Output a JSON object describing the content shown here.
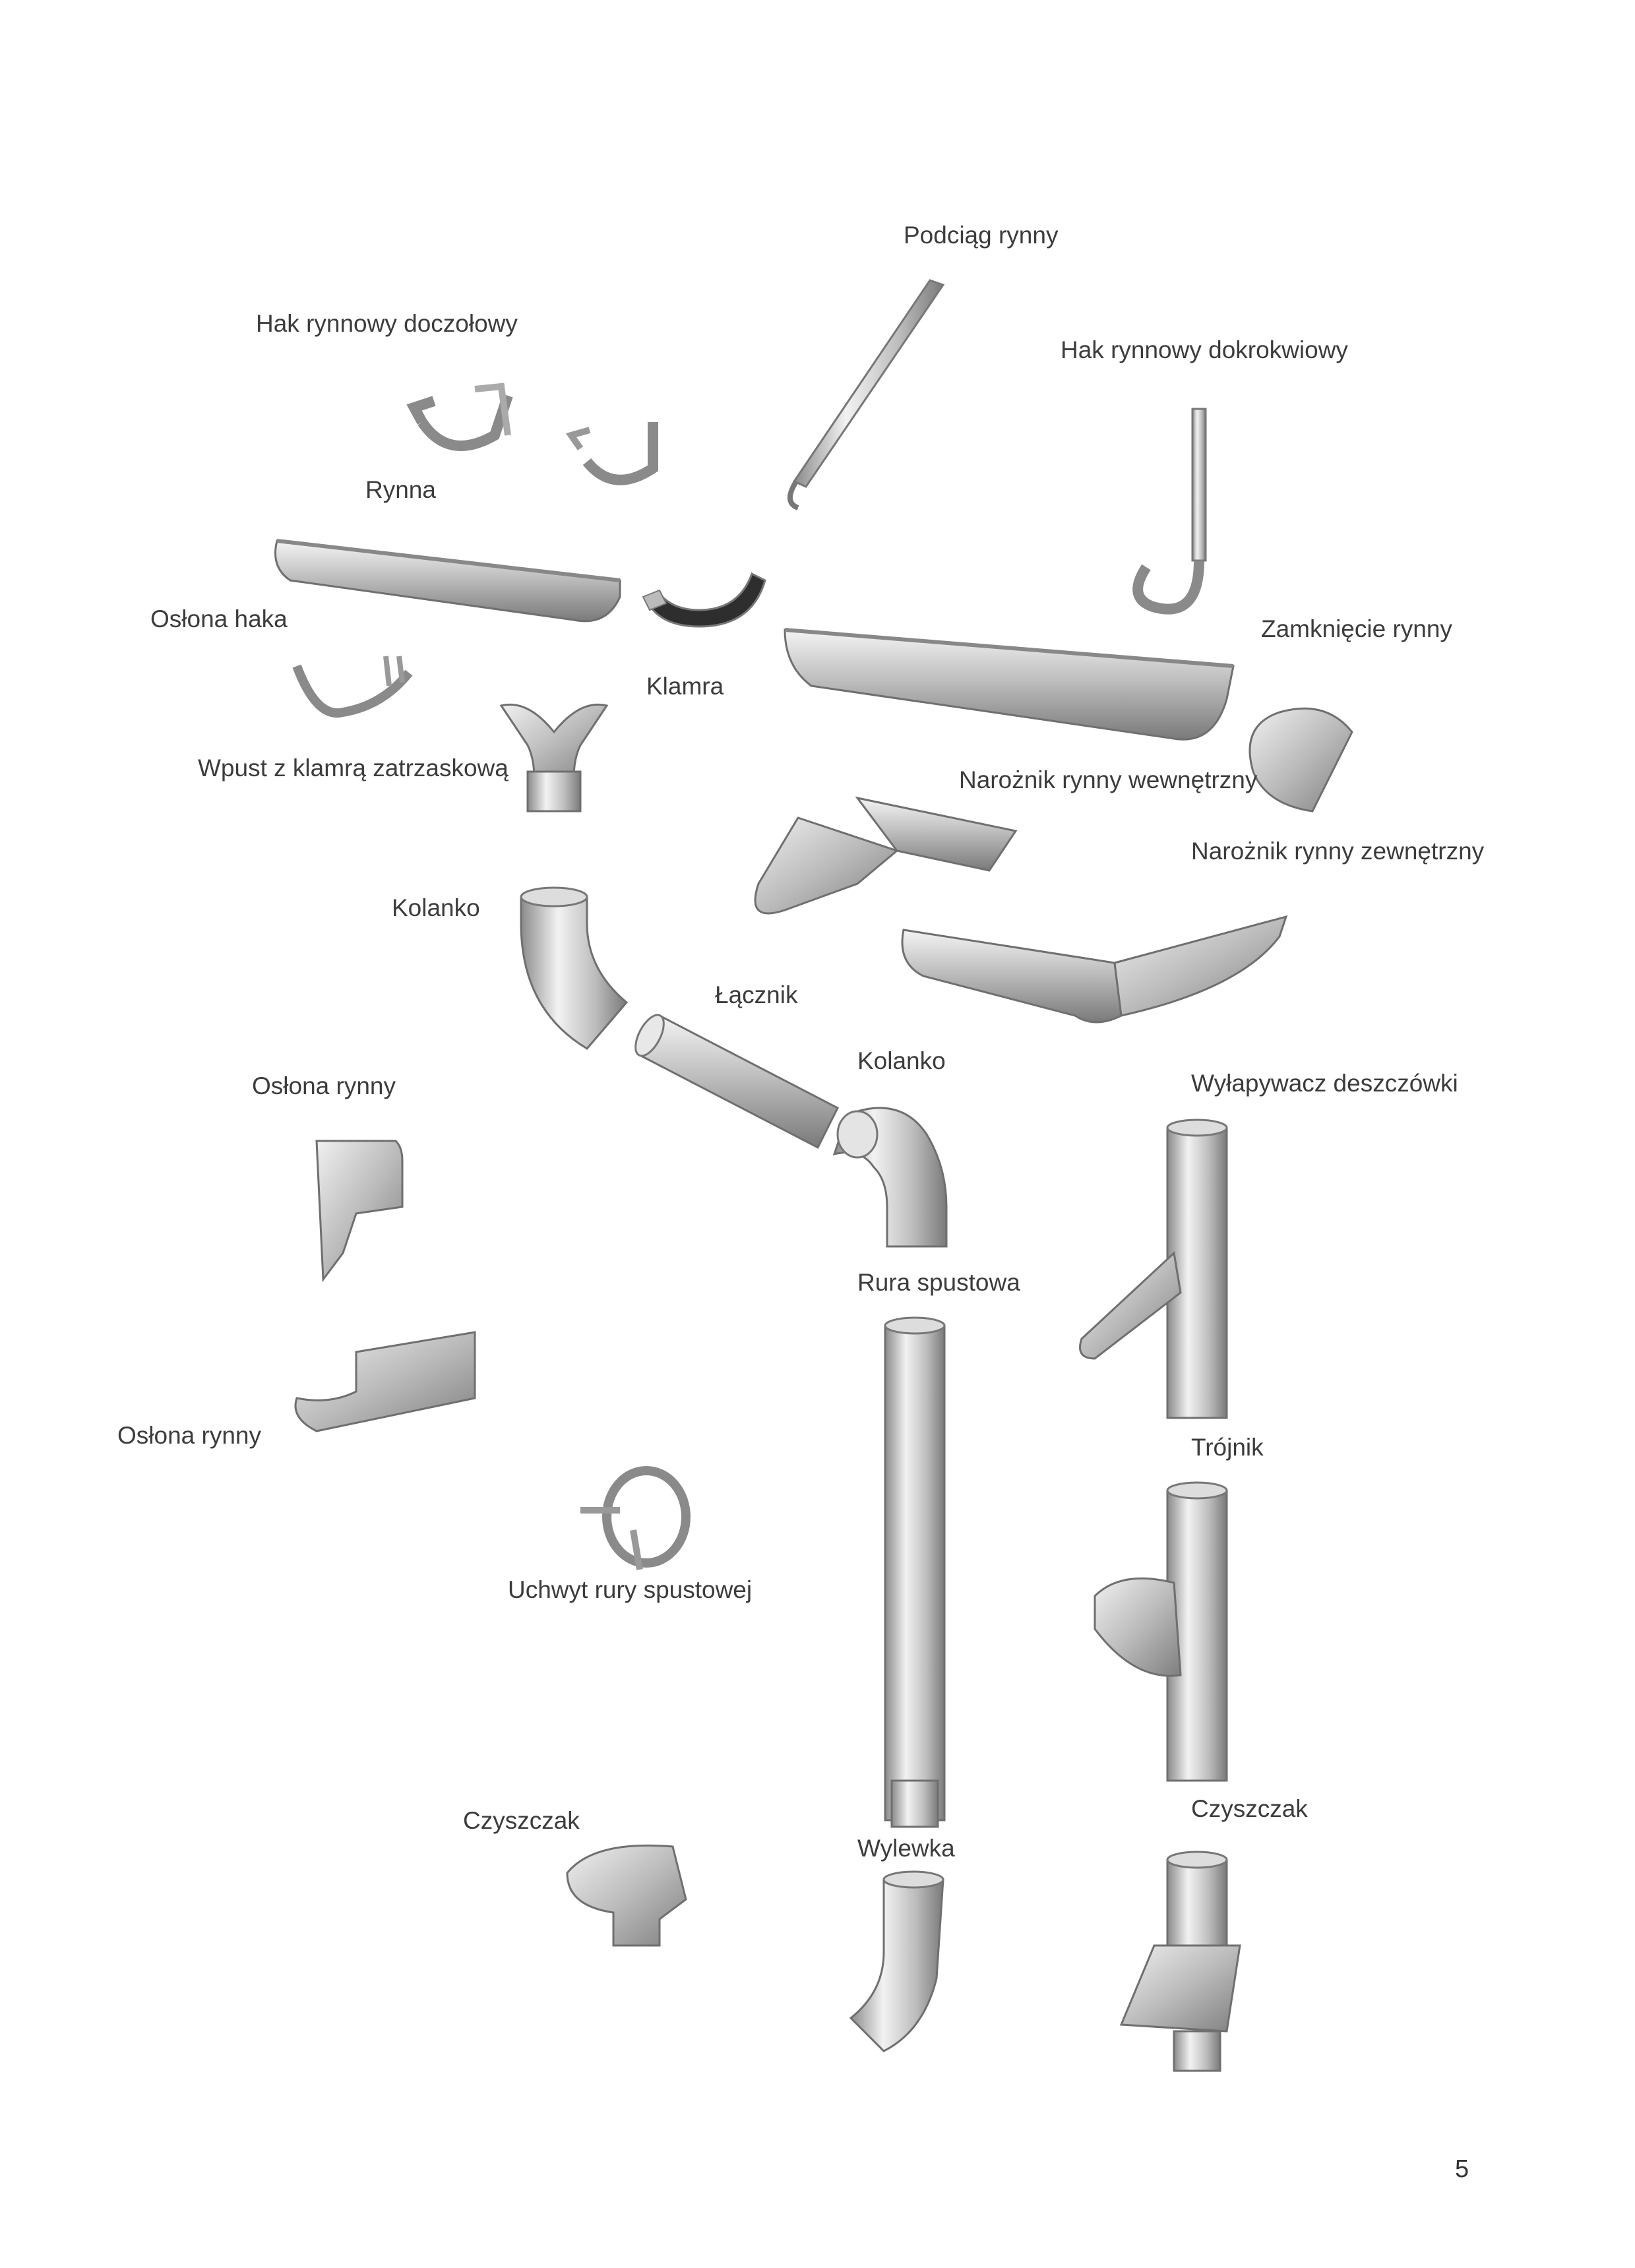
{
  "labels": {
    "podciag_rynny": "Podciąg rynny",
    "hak_doczolowy": "Hak rynnowy doczołowy",
    "hak_dokrokwiowy": "Hak rynnowy dokrokwiowy",
    "rynna": "Rynna",
    "oslona_haka": "Osłona haka",
    "zamkniecie_rynny": "Zamknięcie rynny",
    "klamra": "Klamra",
    "wpust": "Wpust z klamrą zatrzaskową",
    "naroznik_wewn": "Narożnik rynny wewnętrzny",
    "naroznik_zewn": "Narożnik rynny zewnętrzny",
    "kolanko_1": "Kolanko",
    "lacznik": "Łącznik",
    "kolanko_2": "Kolanko",
    "oslona_rynny_1": "Osłona rynny",
    "wylapywacz": "Wyłapywacz deszczówki",
    "rura_spustowa": "Rura spustowa",
    "oslona_rynny_2": "Osłona rynny",
    "trojnik": "Trójnik",
    "uchwyt": "Uchwyt rury spustowej",
    "czyszczak_1": "Czyszczak",
    "wylewka": "Wylewka",
    "czyszczak_2": "Czyszczak"
  },
  "page_number": "5",
  "colors": {
    "metal_light": "#f2f2f2",
    "metal_mid": "#c4c4c4",
    "metal_dark": "#7d7d7d",
    "text": "#3c3c3c"
  }
}
